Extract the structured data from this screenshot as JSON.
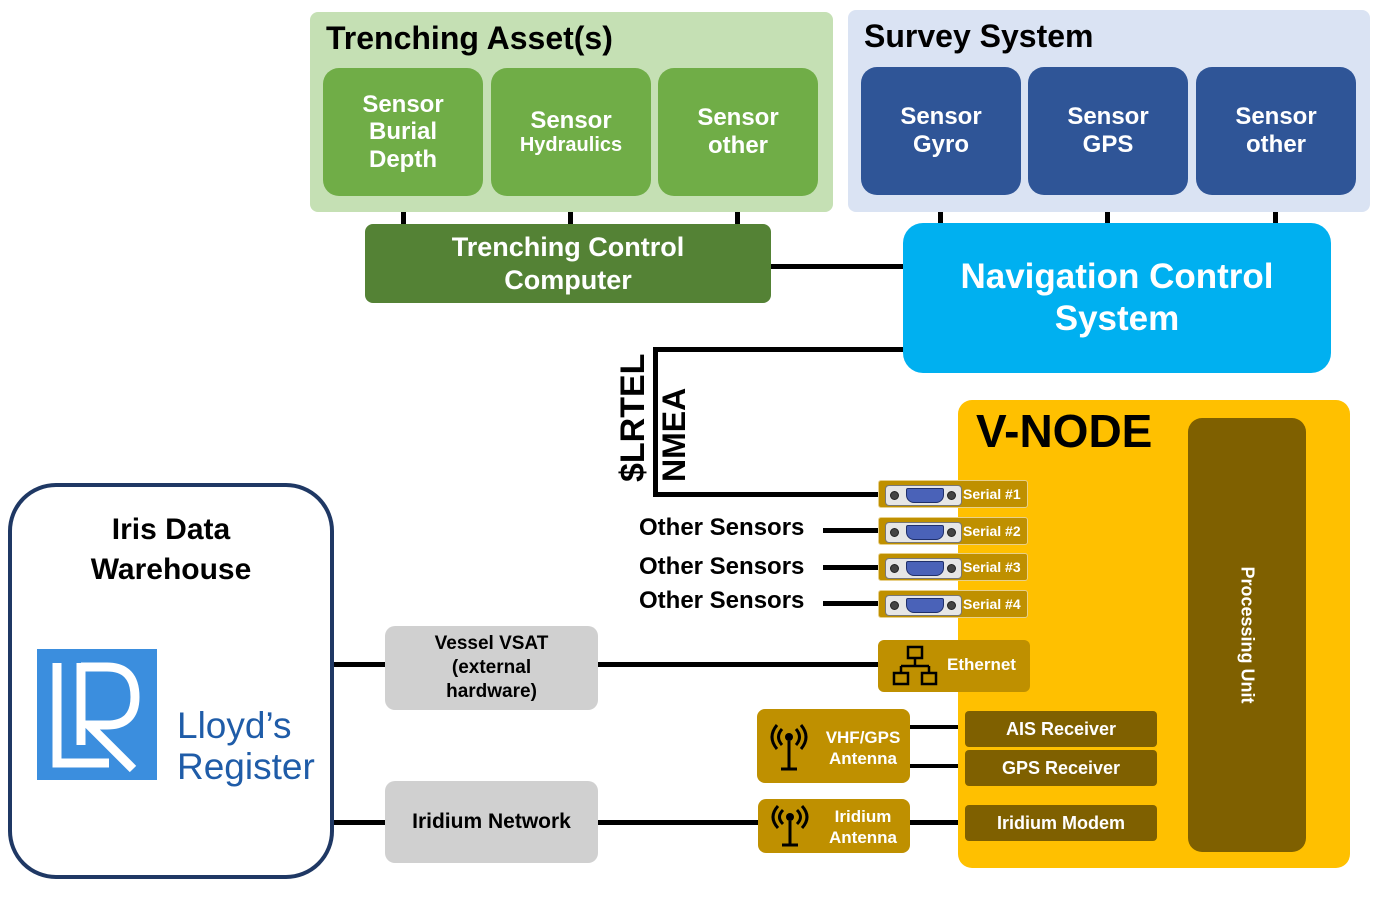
{
  "trenching": {
    "title": "Trenching Asset(s)",
    "sensors": [
      {
        "l1": "Sensor",
        "l2": "Burial",
        "l3": "Depth"
      },
      {
        "l1": "Sensor",
        "l2": "Hydraulics"
      },
      {
        "l1": "Sensor",
        "l2": "other"
      }
    ],
    "computer_l1": "Trenching Control",
    "computer_l2": "Computer"
  },
  "survey": {
    "title": "Survey System",
    "sensors": [
      {
        "l1": "Sensor",
        "l2": "Gyro"
      },
      {
        "l1": "Sensor",
        "l2": "GPS"
      },
      {
        "l1": "Sensor",
        "l2": "other"
      }
    ]
  },
  "navigation": {
    "l1": "Navigation Control",
    "l2": "System"
  },
  "nmea": {
    "line1": "$LRTEL",
    "line2": "NMEA"
  },
  "vnode": {
    "title": "V-NODE",
    "processing_unit": "Processing Unit",
    "serial_ports": [
      "Serial #1",
      "Serial #2",
      "Serial #3",
      "Serial #4"
    ],
    "other_sensors": [
      "Other Sensors",
      "Other Sensors",
      "Other Sensors"
    ],
    "ethernet": "Ethernet",
    "ais_receiver": "AIS Receiver",
    "gps_receiver": "GPS Receiver",
    "iridium_modem": "Iridium Modem"
  },
  "antennas": {
    "vhf_l1": "VHF/GPS",
    "vhf_l2": "Antenna",
    "iridium_l1": "Iridium",
    "iridium_l2": "Antenna"
  },
  "vsat": {
    "l1": "Vessel VSAT",
    "l2": "(external",
    "l3": "hardware)"
  },
  "iridium_network": "Iridium Network",
  "iris": {
    "l1": "Iris Data",
    "l2": "Warehouse",
    "logo_l1": "Lloyd’s",
    "logo_l2": "Register"
  },
  "colors": {
    "trenching_panel": "#c5e0b4",
    "trenching_sensor": "#70ad47",
    "trenching_computer": "#548235",
    "survey_panel": "#dae3f3",
    "survey_sensor": "#2f5597",
    "navigation": "#00b0f0",
    "vnode": "#ffc000",
    "processing_unit": "#7f6000",
    "port": "#bf9000",
    "external_hardware": "#d0d0d0",
    "warehouse_border": "#1f3864",
    "lr_brand": "#3b8ede"
  }
}
